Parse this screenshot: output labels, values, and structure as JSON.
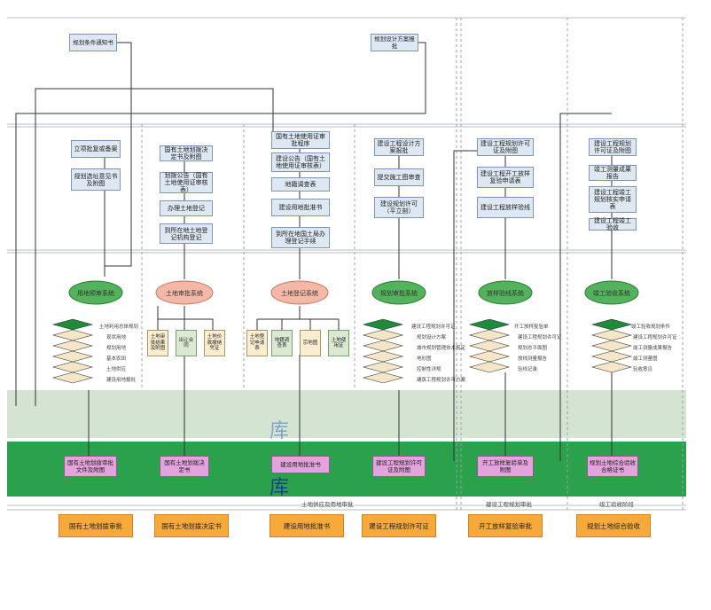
{
  "top_docs": {
    "left": "规划条件通知书",
    "right": "规划设计方案报批"
  },
  "columns": [
    {
      "boxes": [
        "立项批复或备案",
        "规划选址意见书及附图"
      ],
      "system": "用地预审系统",
      "layers": [
        "土地利用总体规划",
        "现状用地",
        "规划用地",
        "基本农田",
        "土地供应",
        "建设用地报批"
      ],
      "cert": "国有土地划拨审批文件及附图"
    },
    {
      "boxes": [
        "国有土地划拨决定书及附图",
        "划拨公告（国有土地使用证审核表）",
        "办理土地登记",
        "到所在地土地登记机构登记"
      ],
      "system": "土地审批系统",
      "docs": [
        "土地审批结果及附图",
        "出让合同",
        "土地价款缴纳凭证"
      ],
      "cert": "国有土地划拨决定书"
    },
    {
      "boxes": [
        "国有土地使用证审批程序",
        "建设公告（国有土地使用证审核表）",
        "地籍调查表",
        "建设用地批准书",
        "到所在地国土局办理登记手续"
      ],
      "system": "土地登记系统",
      "docs": [
        "土地登记申请表",
        "地籍调查表",
        "宗地图",
        "土地使用证"
      ],
      "cert": "建设用地批准书"
    },
    {
      "boxes": [
        "建设工程设计方案报批",
        "提交施工图审查",
        "建设规划许可（平立剖）"
      ],
      "system": "规划审批系统",
      "layers": [
        "建设工程规划许可证",
        "规划设计方案",
        "城市规划管理技术规定",
        "地形图",
        "控制性详规",
        "建筑工程规划许可方案"
      ],
      "cert": "建设工程规划许可证及附图"
    },
    {
      "boxes": [
        "建设工程规划许可证及附图",
        "建设工程开工放样复验申请表",
        "建设工程放样验线"
      ],
      "system": "放样验线系统",
      "layers": [
        "开工放样复验单",
        "建设工程规划许可证",
        "规划总平面图",
        "放线测量报告",
        "验线记录"
      ],
      "cert": "开工放样复验单及附图"
    },
    {
      "boxes": [
        "建设工程规划许可证及附图",
        "竣工测量成果报告",
        "建设工程竣工规划核实申请表",
        "建设工程竣工验收"
      ],
      "system": "竣工验收系统",
      "layers": [
        "竣工验收规划条件",
        "建设工程规划许可证",
        "竣工测量成果报告",
        "竣工测量图",
        "验收意见"
      ],
      "cert": "规划土地综合验收合格证书"
    }
  ],
  "store_labels": [
    "库",
    "库"
  ],
  "phases": [
    "土地供应及用地审批",
    "建设工程规划审批",
    "竣工验收阶段"
  ],
  "bottom_buttons": [
    "国有土地划拨审批",
    "国有土地划拨决定书",
    "建设用地批准书",
    "建设工程规划许可证",
    "开工放样复验审批",
    "规划土地综合验收"
  ]
}
